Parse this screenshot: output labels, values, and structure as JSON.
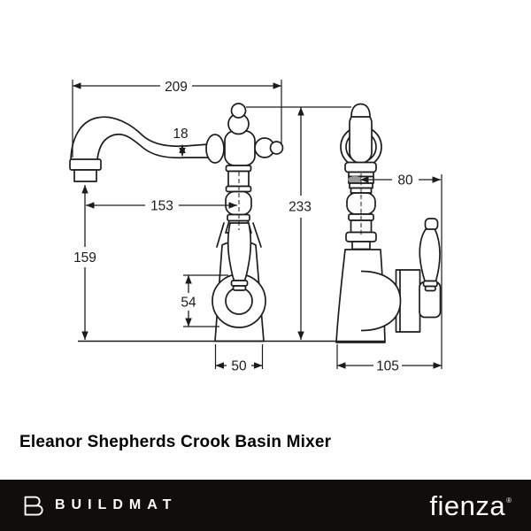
{
  "title": "Eleanor Shepherds Crook Basin Mixer",
  "diagram": {
    "line_color": "#1c1c1c",
    "dims": {
      "reach": "209",
      "spout_height": "18",
      "outlet_offset": "153",
      "overall_height": "233",
      "outlet_clearance": "159",
      "body_diameter": "54",
      "base_width": "50",
      "handle_depth": "80",
      "overall_depth": "105"
    }
  },
  "footer": {
    "background": "#0f0e0c",
    "buildmat": {
      "icon": "buildmat-b-icon",
      "wordmark": "BUILDMAT"
    },
    "fienza": {
      "wordmark": "fienza",
      "registered_mark": "®"
    }
  }
}
